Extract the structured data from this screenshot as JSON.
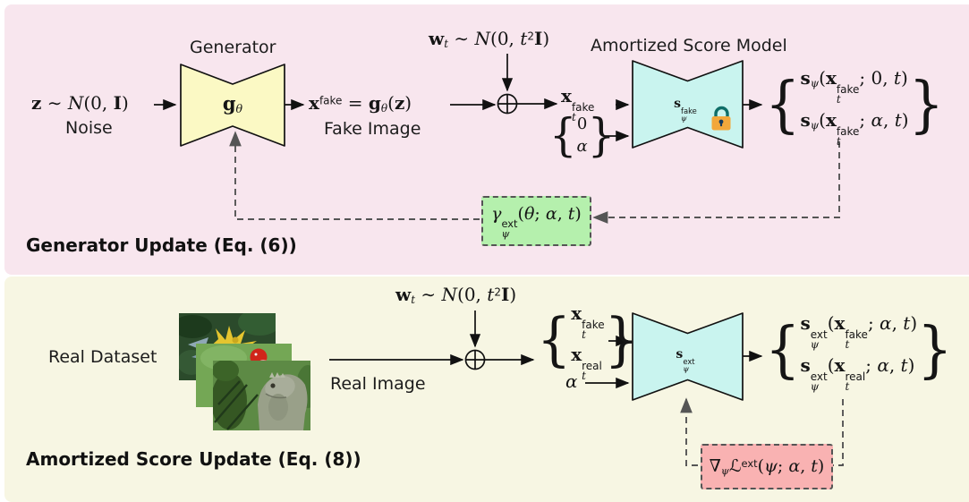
{
  "colors": {
    "panel_top_bg": "#f8e6ee",
    "panel_bottom_bg": "#f7f6e3",
    "generator_fill": "#fbf9c4",
    "score_model_fill": "#c9f4ef",
    "generator_grad_box_bg": "#b5f0ad",
    "score_grad_box_bg": "#f9b2b2",
    "dashed_line": "#555555",
    "solid_line": "#111111",
    "lock_body": "#f2a73b",
    "lock_shackle": "#0f6e68"
  },
  "shared": {
    "brace_left": "{",
    "brace_right": "}",
    "wt_formula": [
      {
        "t": "w",
        "s": "b"
      },
      {
        "sub": "t"
      },
      {
        "t": " ∼ "
      },
      {
        "t": "N",
        "s": "c"
      },
      {
        "t": "(0, "
      },
      {
        "t": "t",
        "s": "i"
      },
      {
        "sup": "2"
      },
      {
        "t": "I",
        "s": "b"
      },
      {
        "t": ")"
      }
    ]
  },
  "top_panel": {
    "caption": "Generator Update (Eq. (6))",
    "noise_formula": [
      {
        "t": "z",
        "s": "b"
      },
      {
        "t": " ∼ "
      },
      {
        "t": "N",
        "s": "c"
      },
      {
        "t": "(0, "
      },
      {
        "t": "I",
        "s": "b"
      },
      {
        "t": ")"
      }
    ],
    "noise_label": "Noise",
    "generator_title": "Generator",
    "generator_symbol": [
      {
        "t": "g",
        "s": "b"
      },
      {
        "sub": "θ"
      }
    ],
    "fake_formula": [
      {
        "t": "x",
        "s": "b"
      },
      {
        "sup": "fake"
      },
      {
        "t": " = "
      },
      {
        "t": "g",
        "s": "b"
      },
      {
        "sub": "θ"
      },
      {
        "t": "("
      },
      {
        "t": "z",
        "s": "b"
      },
      {
        "t": ")"
      }
    ],
    "fake_image_label": "Fake Image",
    "noisy_fake_symbol": [
      {
        "t": "x",
        "s": "b"
      },
      {
        "sup": "fake",
        "sub": "t"
      }
    ],
    "zero_alpha_stack": {
      "line1": [
        {
          "t": "0"
        }
      ],
      "line2": [
        {
          "t": "α",
          "s": "i"
        }
      ]
    },
    "score_model_title": "Amortized Score Model",
    "score_model_symbol": [
      {
        "t": "s",
        "s": "b"
      },
      {
        "sup": "fake",
        "sub": "ψ"
      }
    ],
    "lock_icon_name": "lock-icon (frozen weights)",
    "outputs": {
      "line1": [
        {
          "t": "s",
          "s": "b"
        },
        {
          "sub": "ψ"
        },
        {
          "t": "("
        },
        {
          "t": "x",
          "s": "b"
        },
        {
          "sup": "fake",
          "sub": "t"
        },
        {
          "t": "; 0, "
        },
        {
          "t": "t",
          "s": "i"
        },
        {
          "t": ")"
        }
      ],
      "line2": [
        {
          "t": "s",
          "s": "b"
        },
        {
          "sub": "ψ"
        },
        {
          "t": "("
        },
        {
          "t": "x",
          "s": "b"
        },
        {
          "sup": "fake",
          "sub": "t"
        },
        {
          "t": "; "
        },
        {
          "t": "α",
          "s": "i"
        },
        {
          "t": ", "
        },
        {
          "t": "t",
          "s": "i"
        },
        {
          "t": ")"
        }
      ]
    },
    "generator_grad_formula": [
      {
        "t": "γ",
        "s": "i"
      },
      {
        "sup": "ext",
        "sub": "ψ"
      },
      {
        "t": "("
      },
      {
        "t": "θ",
        "s": "i"
      },
      {
        "t": "; "
      },
      {
        "t": "α",
        "s": "i"
      },
      {
        "t": ", "
      },
      {
        "t": "t",
        "s": "i"
      },
      {
        "t": ")"
      }
    ]
  },
  "bottom_panel": {
    "caption": "Amortized Score Update (Eq. (8))",
    "real_dataset_label": "Real Dataset",
    "real_images": [
      "tropical-yellow-bird-photo",
      "red-bird-photo",
      "iguana-photo"
    ],
    "real_image_label": "Real Image",
    "input_stack": {
      "line1": [
        {
          "t": "x",
          "s": "b"
        },
        {
          "sup": "fake",
          "sub": "t"
        }
      ],
      "line2": [
        {
          "t": "x",
          "s": "b"
        },
        {
          "sup": "real",
          "sub": "t"
        }
      ]
    },
    "alpha_symbol": [
      {
        "t": "α",
        "s": "i"
      }
    ],
    "score_model_symbol": [
      {
        "t": "s",
        "s": "b"
      },
      {
        "sup": "ext",
        "sub": "ψ"
      }
    ],
    "outputs": {
      "line1": [
        {
          "t": "s",
          "s": "b"
        },
        {
          "sup": "ext",
          "sub": "ψ"
        },
        {
          "t": "("
        },
        {
          "t": "x",
          "s": "b"
        },
        {
          "sup": "fake",
          "sub": "t"
        },
        {
          "t": "; "
        },
        {
          "t": "α",
          "s": "i"
        },
        {
          "t": ", "
        },
        {
          "t": "t",
          "s": "i"
        },
        {
          "t": ")"
        }
      ],
      "line2": [
        {
          "t": "s",
          "s": "b"
        },
        {
          "sup": "ext",
          "sub": "ψ"
        },
        {
          "t": "("
        },
        {
          "t": "x",
          "s": "b"
        },
        {
          "sup": "real",
          "sub": "t"
        },
        {
          "t": "; "
        },
        {
          "t": "α",
          "s": "i"
        },
        {
          "t": ", "
        },
        {
          "t": "t",
          "s": "i"
        },
        {
          "t": ")"
        }
      ]
    },
    "score_grad_formula": [
      {
        "t": "∇"
      },
      {
        "sub": "ψ"
      },
      {
        "t": "ℒ"
      },
      {
        "sup": "ext"
      },
      {
        "t": "("
      },
      {
        "t": "ψ",
        "s": "i"
      },
      {
        "t": "; "
      },
      {
        "t": "α",
        "s": "i"
      },
      {
        "t": ", "
      },
      {
        "t": "t",
        "s": "i"
      },
      {
        "t": ")"
      }
    ]
  }
}
